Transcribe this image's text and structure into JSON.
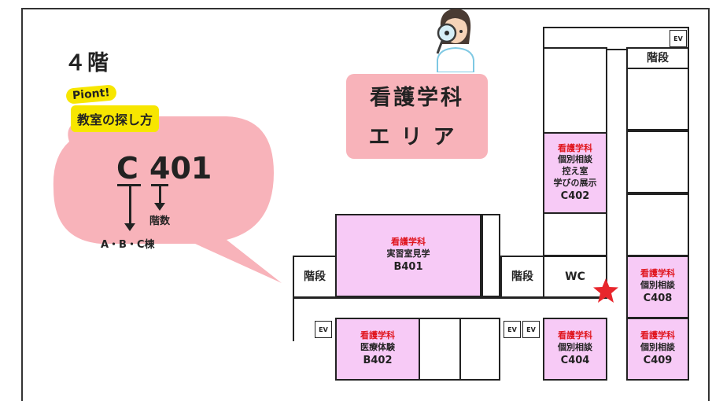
{
  "floor_title": "４階",
  "guide": {
    "tag": "Piont!",
    "heading": "教室の探し方",
    "code_building": "C",
    "code_number": "401",
    "floor_label": "階数",
    "building_label": "A・B・C棟"
  },
  "area": {
    "line1": "看護学科",
    "line2": "エリア"
  },
  "rooms": {
    "b401": {
      "dept": "看護学科",
      "lines": [
        "実習室見学"
      ],
      "code": "B401"
    },
    "b402": {
      "dept": "看護学科",
      "lines": [
        "医療体験"
      ],
      "code": "B402"
    },
    "c402": {
      "dept": "看護学科",
      "lines": [
        "個別相談",
        "控え室",
        "学びの展示"
      ],
      "code": "C402"
    },
    "c404": {
      "dept": "看護学科",
      "lines": [
        "個別相談"
      ],
      "code": "C404"
    },
    "c408": {
      "dept": "看護学科",
      "lines": [
        "個別相談"
      ],
      "code": "C408"
    },
    "c409": {
      "dept": "看護学科",
      "lines": [
        "個別相談"
      ],
      "code": "C409"
    }
  },
  "labels": {
    "stairs": "階段",
    "wc": "WC",
    "ev": "EV"
  },
  "colors": {
    "room_fill": "#f7caf6",
    "dept_text": "#e0141c",
    "area_fill": "#f8b3ba",
    "tag_fill": "#f7e600",
    "bubble_fill": "#f8b3ba",
    "star": "#e8262c"
  }
}
